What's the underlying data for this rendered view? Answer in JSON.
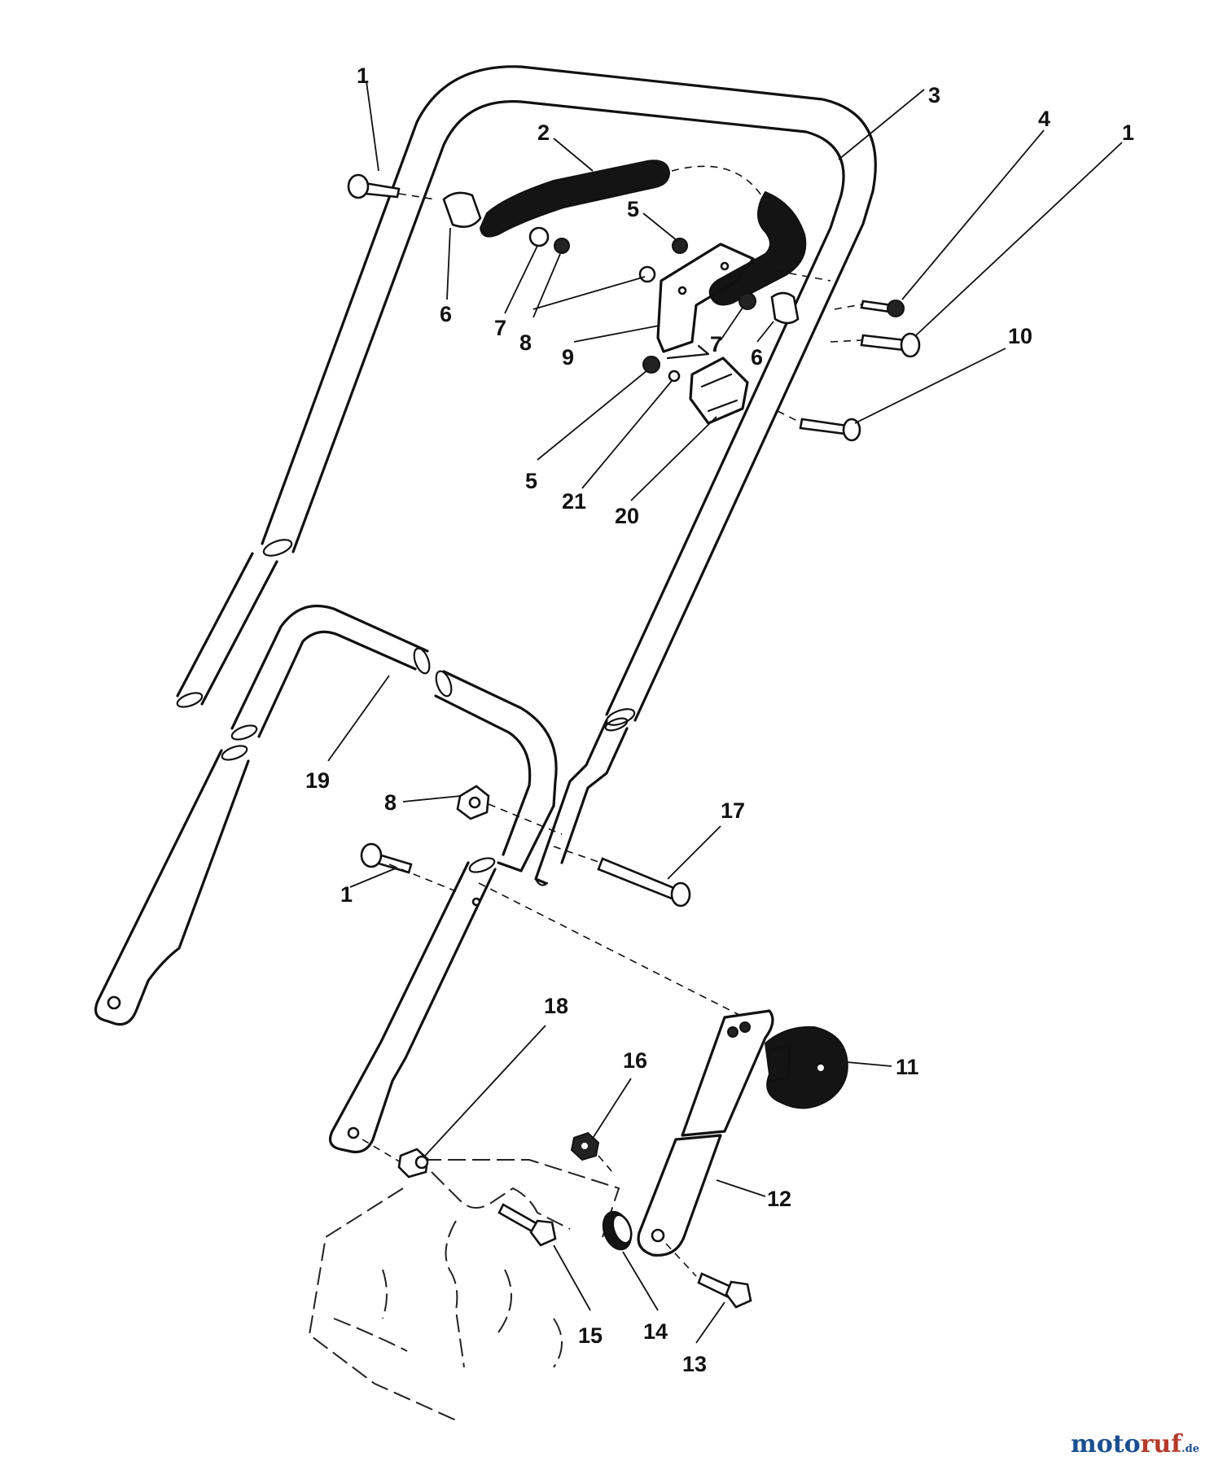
{
  "diagram": {
    "callouts": [
      "1",
      "2",
      "3",
      "4",
      "1",
      "5",
      "6",
      "7",
      "8",
      "9",
      "7",
      "6",
      "10",
      "5",
      "21",
      "20",
      "19",
      "8",
      "17",
      "1",
      "18",
      "16",
      "11",
      "12",
      "15",
      "14",
      "13"
    ]
  },
  "watermark": {
    "brand_part1": "moto",
    "brand_part2": "ruf",
    "suffix": ".de"
  }
}
